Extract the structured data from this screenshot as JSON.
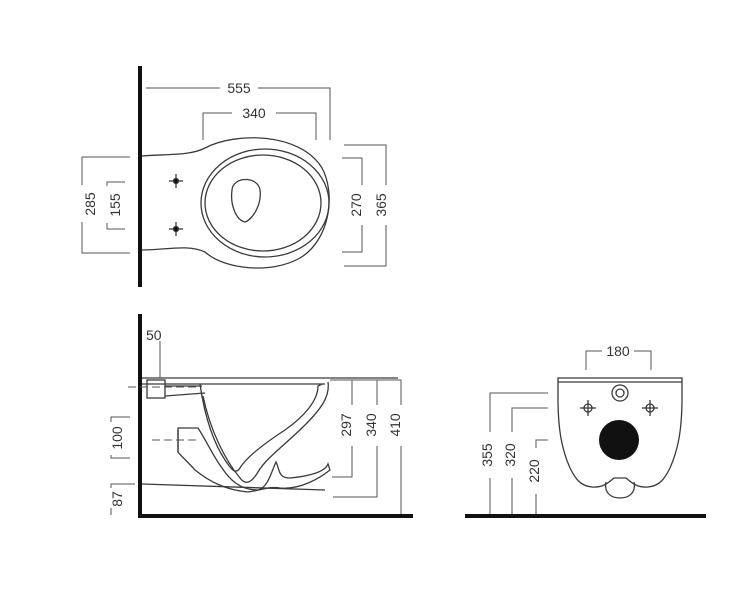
{
  "colors": {
    "line": "#3a3a3a",
    "wall": "#111111",
    "text": "#333333",
    "background": "#ffffff",
    "fill": "#111111"
  },
  "top_view": {
    "width_total": "555",
    "width_inner": "340",
    "height_outer_left": "285",
    "height_inner_left": "155",
    "height_inner_right": "270",
    "height_outer_right": "365"
  },
  "side_view": {
    "wall_offset": "50",
    "pipe_height": "100",
    "floor_gap": "87",
    "height_a": "297",
    "height_b": "340",
    "height_c": "410"
  },
  "front_view": {
    "bolt_spacing": "180",
    "height_a": "355",
    "height_b": "320",
    "height_c": "220"
  }
}
